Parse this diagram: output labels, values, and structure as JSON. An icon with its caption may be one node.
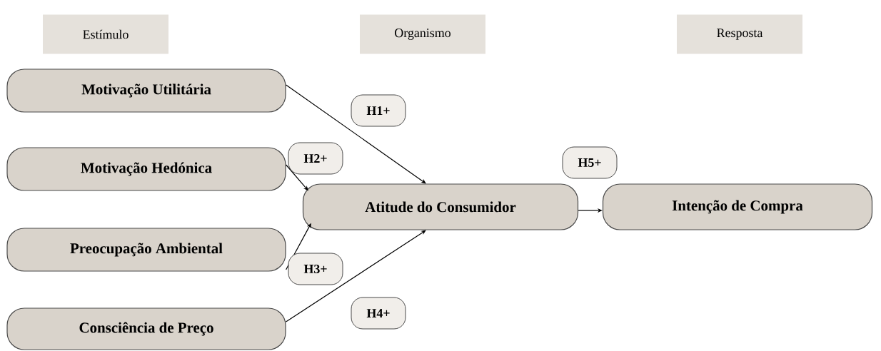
{
  "diagram": {
    "nodes": [
      {
        "text": [
          "Estímulo"
        ]
      },
      {
        "text": [
          "Organismo"
        ]
      },
      {
        "text": [
          "Resposta"
        ]
      },
      {
        "text": [
          "Motivação Utilitária"
        ]
      },
      {
        "text": [
          "Motivação Hedónica"
        ]
      },
      {
        "text": [
          "Preocupação Ambiental"
        ]
      },
      {
        "text": [
          "Consciência de Preço"
        ]
      },
      {
        "text": [
          "Atitude do Consumidor"
        ]
      },
      {
        "text": [
          "Intenção de Compra"
        ]
      }
    ],
    "edges": [
      {
        "from": 3,
        "to": 7,
        "arrow": "to",
        "label": "H1+"
      },
      {
        "from": 4,
        "to": 7,
        "arrow": "to",
        "label": "H2+"
      },
      {
        "from": 5,
        "to": 7,
        "arrow": "to",
        "label": "H3+"
      },
      {
        "from": 6,
        "to": 7,
        "arrow": "to",
        "label": "H4+"
      },
      {
        "from": 7,
        "to": 8,
        "arrow": "to",
        "label": "H5+"
      }
    ]
  }
}
